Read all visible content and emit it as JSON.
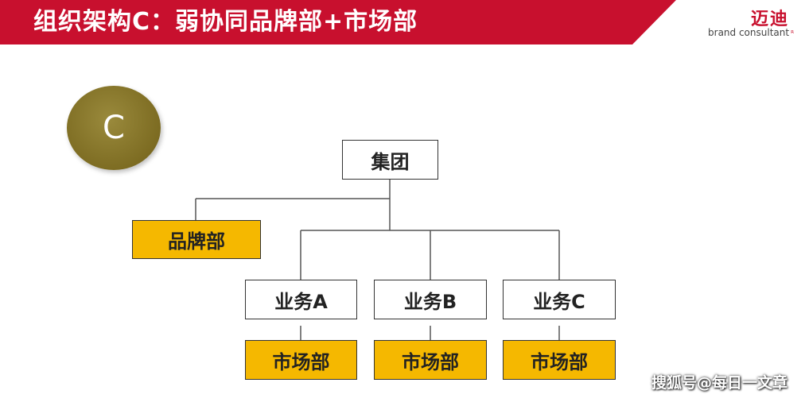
{
  "header": {
    "title": "组织架构C：弱协同品牌部+市场部",
    "brand_cn": "迈迪",
    "brand_en": "brand consultant",
    "brand_mark": "ᴿ"
  },
  "badge": {
    "letter": "C"
  },
  "org_chart": {
    "root": "集团",
    "brand_dept": "品牌部",
    "businesses": [
      {
        "name": "业务A",
        "market": "市场部"
      },
      {
        "name": "业务B",
        "market": "市场部"
      },
      {
        "name": "业务C",
        "market": "市场部"
      }
    ]
  },
  "watermark": "搜狐号@每日一文章",
  "colors": {
    "banner": "#c8102e",
    "badge": "#7d6c22",
    "highlight": "#f5b800",
    "line": "#555555"
  }
}
